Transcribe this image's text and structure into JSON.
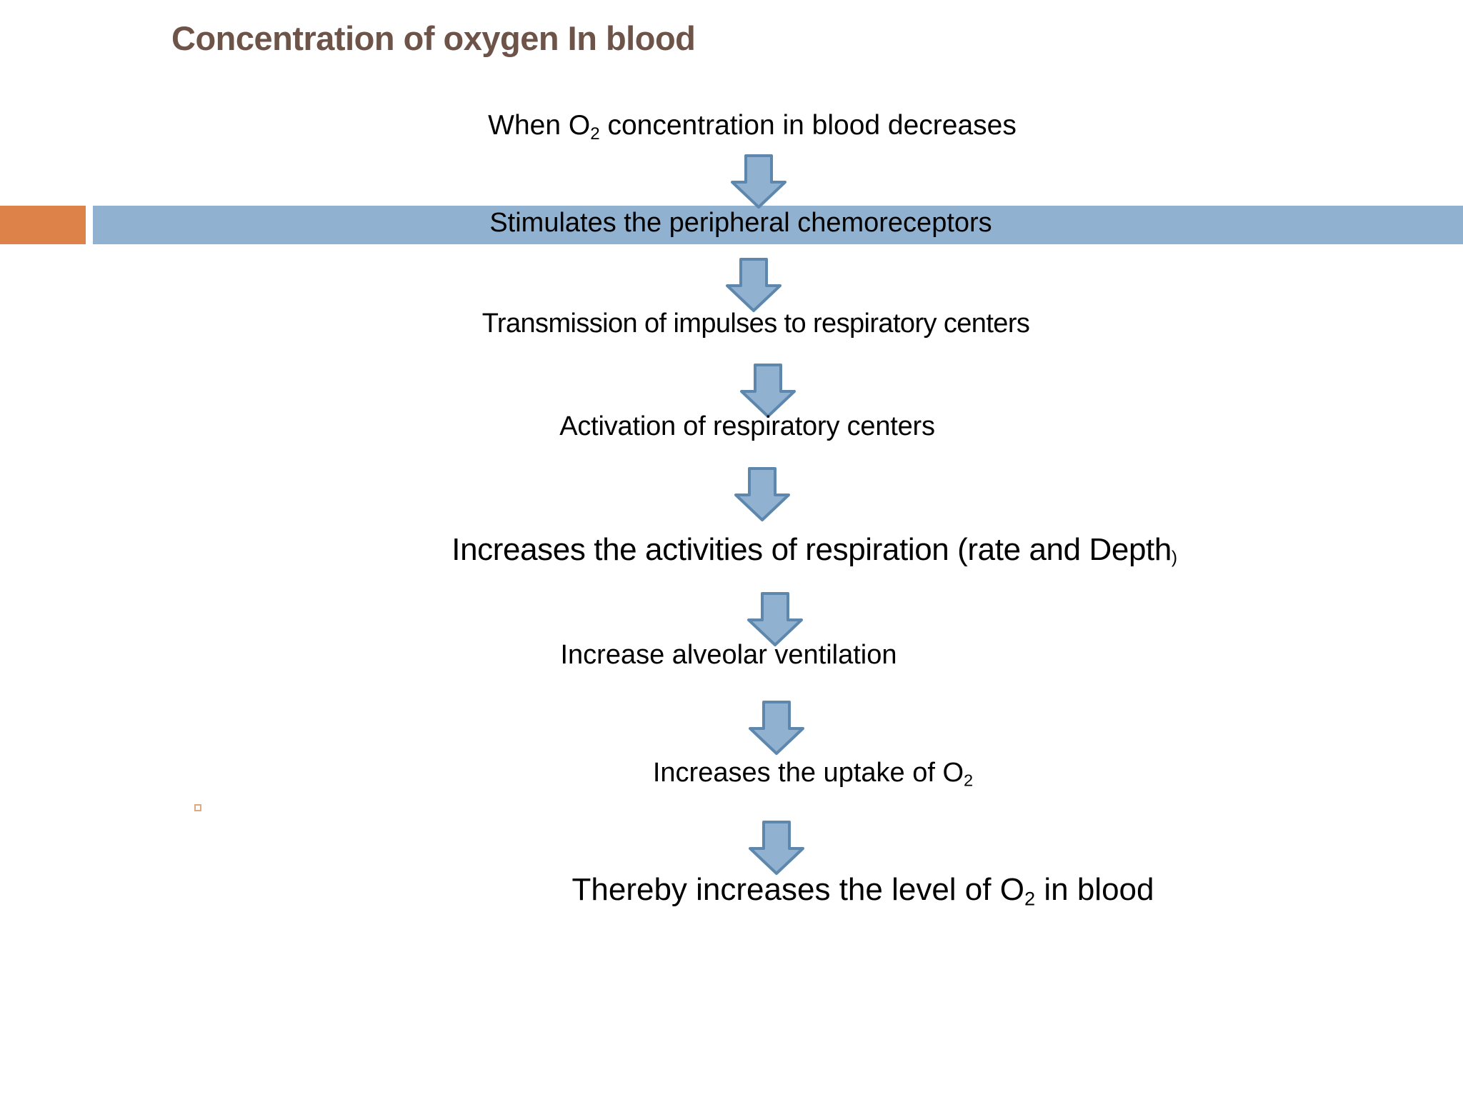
{
  "slide": {
    "title": "Concentration of oxygen In blood",
    "title_color": "#6E5448",
    "background_color": "#FFFFFF",
    "text_color": "#000000"
  },
  "accent_bars": {
    "orange_color": "#DD8249",
    "blue_color": "#91B1D1"
  },
  "arrow_style": {
    "fill_color": "#91B1D1",
    "stroke_color": "#5E87AE",
    "direction": "down",
    "icon": "down-block-arrow-icon"
  },
  "bullet": {
    "icon": "square-bullet-icon",
    "color": "#E0A87E"
  },
  "flow": {
    "steps": [
      {
        "id": "step-0",
        "text_before": "When O",
        "subscript": "2",
        "text_after": " concentration in blood decreases",
        "on_banner": false
      },
      {
        "id": "step-1",
        "text_before": "Stimulates the peripheral chemoreceptors",
        "subscript": "",
        "text_after": "",
        "on_banner": true
      },
      {
        "id": "step-2",
        "text_before": "Transmission of impulses to respiratory centers",
        "subscript": "",
        "text_after": "",
        "on_banner": false
      },
      {
        "id": "step-3",
        "text_before": "Activation of respiratory centers",
        "subscript": "",
        "text_after": "",
        "on_banner": false
      },
      {
        "id": "step-4",
        "text_before": "Increases the activities of respiration (rate and Depth",
        "subscript": "",
        "text_after": ")",
        "on_banner": false
      },
      {
        "id": "step-5",
        "text_before": "Increase alveolar ventilation",
        "subscript": "",
        "text_after": "",
        "on_banner": false
      },
      {
        "id": "step-6",
        "text_before": "Increases the uptake of O",
        "subscript": "2",
        "text_after": "",
        "on_banner": false
      },
      {
        "id": "step-7",
        "text_before": "Thereby increases the level of O",
        "subscript": "2",
        "text_after": " in blood",
        "on_banner": false
      }
    ],
    "arrow_count": 7
  }
}
